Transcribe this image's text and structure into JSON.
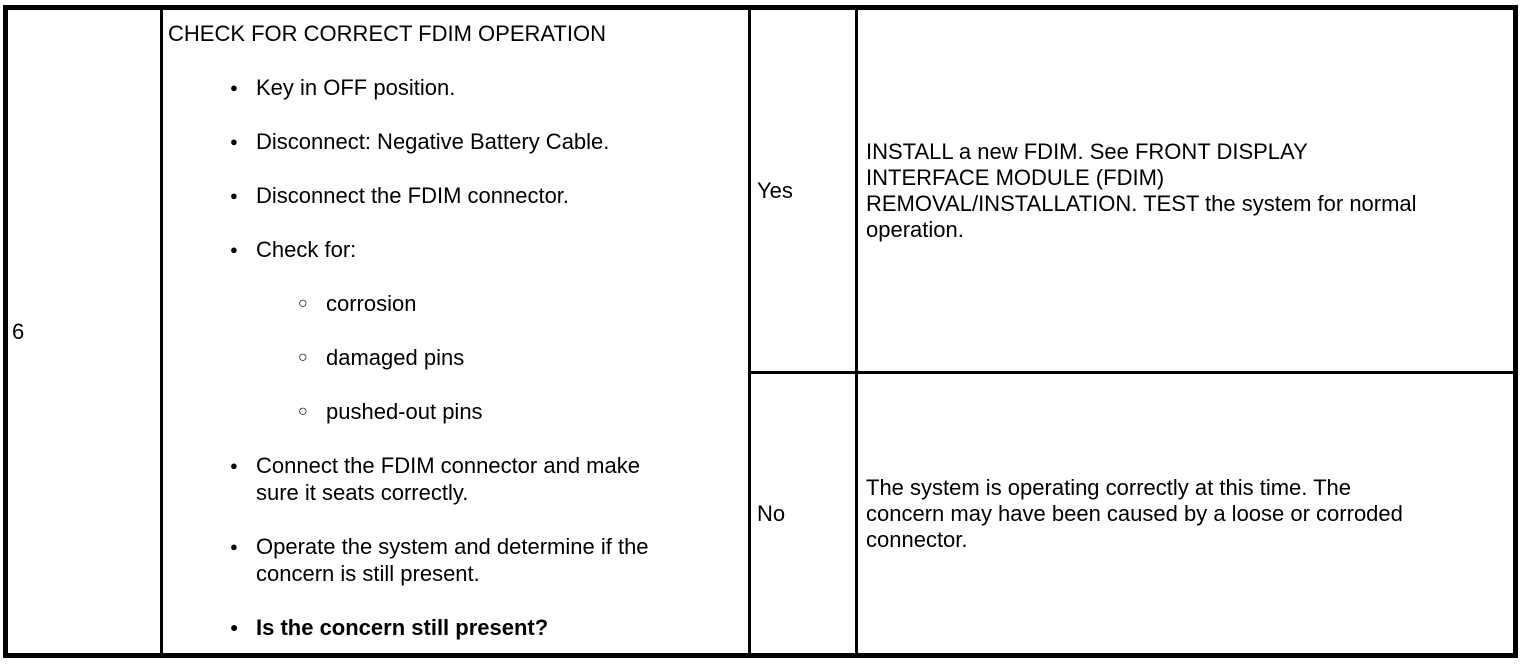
{
  "colors": {
    "background": "#ffffff",
    "border": "#000000",
    "text": "#000000"
  },
  "icons": {
    "bullet": "●",
    "sub_bullet": "○"
  },
  "table": {
    "step_number": "6",
    "title": "CHECK FOR CORRECT FDIM OPERATION",
    "bullets": [
      {
        "type": "bullet",
        "text": "Key in OFF position."
      },
      {
        "type": "bullet",
        "text": "Disconnect: Negative Battery Cable."
      },
      {
        "type": "bullet",
        "text": "Disconnect the FDIM connector."
      },
      {
        "type": "bullet",
        "text": "Check for:"
      },
      {
        "type": "sub-bullet",
        "text": "corrosion"
      },
      {
        "type": "sub-bullet",
        "text": "damaged pins"
      },
      {
        "type": "sub-bullet",
        "text": "pushed-out pins"
      },
      {
        "type": "bullet",
        "text": "Connect the FDIM connector and make sure it seats correctly."
      },
      {
        "type": "bullet",
        "text": "Operate the system and determine if the concern is still present."
      },
      {
        "type": "bullet",
        "text": "Is the concern still present?"
      }
    ],
    "results": [
      {
        "answer": "Yes",
        "action_lines": [
          "INSTALL a new FDIM. See FRONT DISPLAY",
          "INTERFACE MODULE (FDIM)",
          "REMOVAL/INSTALLATION. TEST the system for normal",
          "operation."
        ]
      },
      {
        "answer": "No",
        "action_lines": [
          "The system is operating correctly at this time. The",
          "concern may have been caused by a loose or corroded",
          "connector."
        ]
      }
    ]
  }
}
